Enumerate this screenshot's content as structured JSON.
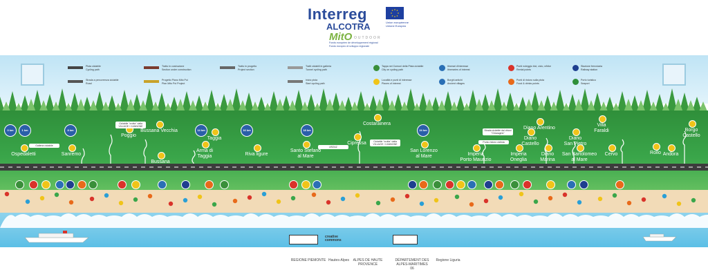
{
  "header": {
    "brand": "Interreg",
    "program": "ALCOTRA",
    "eu_text": "Union européenne Unione Europea",
    "mito_logo": "MitO",
    "mito_outdoor": "OUTDOOR",
    "mito_sub": "Fonds européen de développement régional Fondo europeo di sviluppo regionale"
  },
  "legend": [
    {
      "it": "Pista ciclabile",
      "en": "Cycling path",
      "color": "#444444"
    },
    {
      "it": "Strada a percorrenza ciclabile",
      "en": "Road",
      "color": "#555555"
    },
    {
      "it": "Tratto in costruzione",
      "en": "Section under construction",
      "color": "#7a3b2e"
    },
    {
      "it": "Progetto Piano Mito Poi",
      "en": "Plan Mito Poi Project",
      "color": "#c8a22a"
    },
    {
      "it": "Tratto in progetto",
      "en": "Project section",
      "color": "#666666"
    },
    {
      "it": "Tratti ciclabili in galleria",
      "en": "Tunnel cycling path",
      "color": "#999999"
    },
    {
      "it": "Inizio pista",
      "en": "Start cycling path",
      "color": "#777777"
    },
    {
      "it": "Tappa nei Comuni della Pista ciclabile",
      "en": "City on cycling path",
      "color": "#3a8f3a"
    },
    {
      "it": "Località e punti di interesse",
      "en": "Places of interest",
      "color": "#f0c419"
    },
    {
      "it": "Itinerari d'interesse",
      "en": "Itineraries of interest",
      "color": "#2a6fb5"
    },
    {
      "it": "Borghi antichi",
      "en": "Ancient villages",
      "color": "#2a6fb5"
    },
    {
      "it": "Punti noleggio bici, ciclo, e/bike",
      "en": "Rental points",
      "color": "#d9332a"
    },
    {
      "it": "Punti di ristoro sulla pista",
      "en": "Food & drinks points",
      "color": "#e86a1a"
    },
    {
      "it": "Stazione ferroviaria",
      "en": "Railway station",
      "color": "#1e3f8f"
    },
    {
      "it": "Porto turistico",
      "en": "Seaport",
      "color": "#2f8f3a"
    }
  ],
  "towns": [
    {
      "name": "Ospedaletti"
    },
    {
      "name": "Sanremo"
    },
    {
      "name": "Poggio"
    },
    {
      "name": "Bussana Vecchia"
    },
    {
      "name": "Bussana"
    },
    {
      "name": "Arma di\nTaggia"
    },
    {
      "name": "Taggia"
    },
    {
      "name": "Riva ligure"
    },
    {
      "name": "Santo Stefano\nal Mare"
    },
    {
      "name": "Costarainera"
    },
    {
      "name": "Cipressa"
    },
    {
      "name": "San Lorenzo\nal Mare"
    },
    {
      "name": "Imperia\nPorto Maurizio"
    },
    {
      "name": "Imperia\nOneglia"
    },
    {
      "name": "Diano\nCastello"
    },
    {
      "name": "Diano Arentino"
    },
    {
      "name": "Diano\nMarina"
    },
    {
      "name": "Diano\nSan Pietro"
    },
    {
      "name": "San Bartolomeo\nal Mare"
    },
    {
      "name": "Villa\nFaraldi"
    },
    {
      "name": "Cervo"
    },
    {
      "name": "Rollo"
    },
    {
      "name": "Andora"
    },
    {
      "name": "Borgo\nCastello"
    }
  ],
  "km_markers": [
    "0 km",
    "1 km",
    "8 km",
    "14 km",
    "16 km",
    "18 km",
    "24 km"
  ],
  "callouts": [
    "Galleria ciclabile",
    "Ciclabile \"crotta\" dalla VILLAGE / CANNONE",
    "ARZAZ",
    "Ciclabile \"crotta\" dalla VILLAGE / CANNONE",
    "Punto ristoro ciclista",
    "Strada ciclabile dai chiusi \"Chiaragirio\""
  ],
  "footer": {
    "cc_label": "creative commons",
    "logos": [
      "REGIONE PIEMONTE",
      "Hautes-Alpes",
      "ALPES DE HAUTE PROVENCE",
      "DÉPARTEMENT DES ALPES-MARITIMES 06",
      "Regione Liguria"
    ]
  }
}
